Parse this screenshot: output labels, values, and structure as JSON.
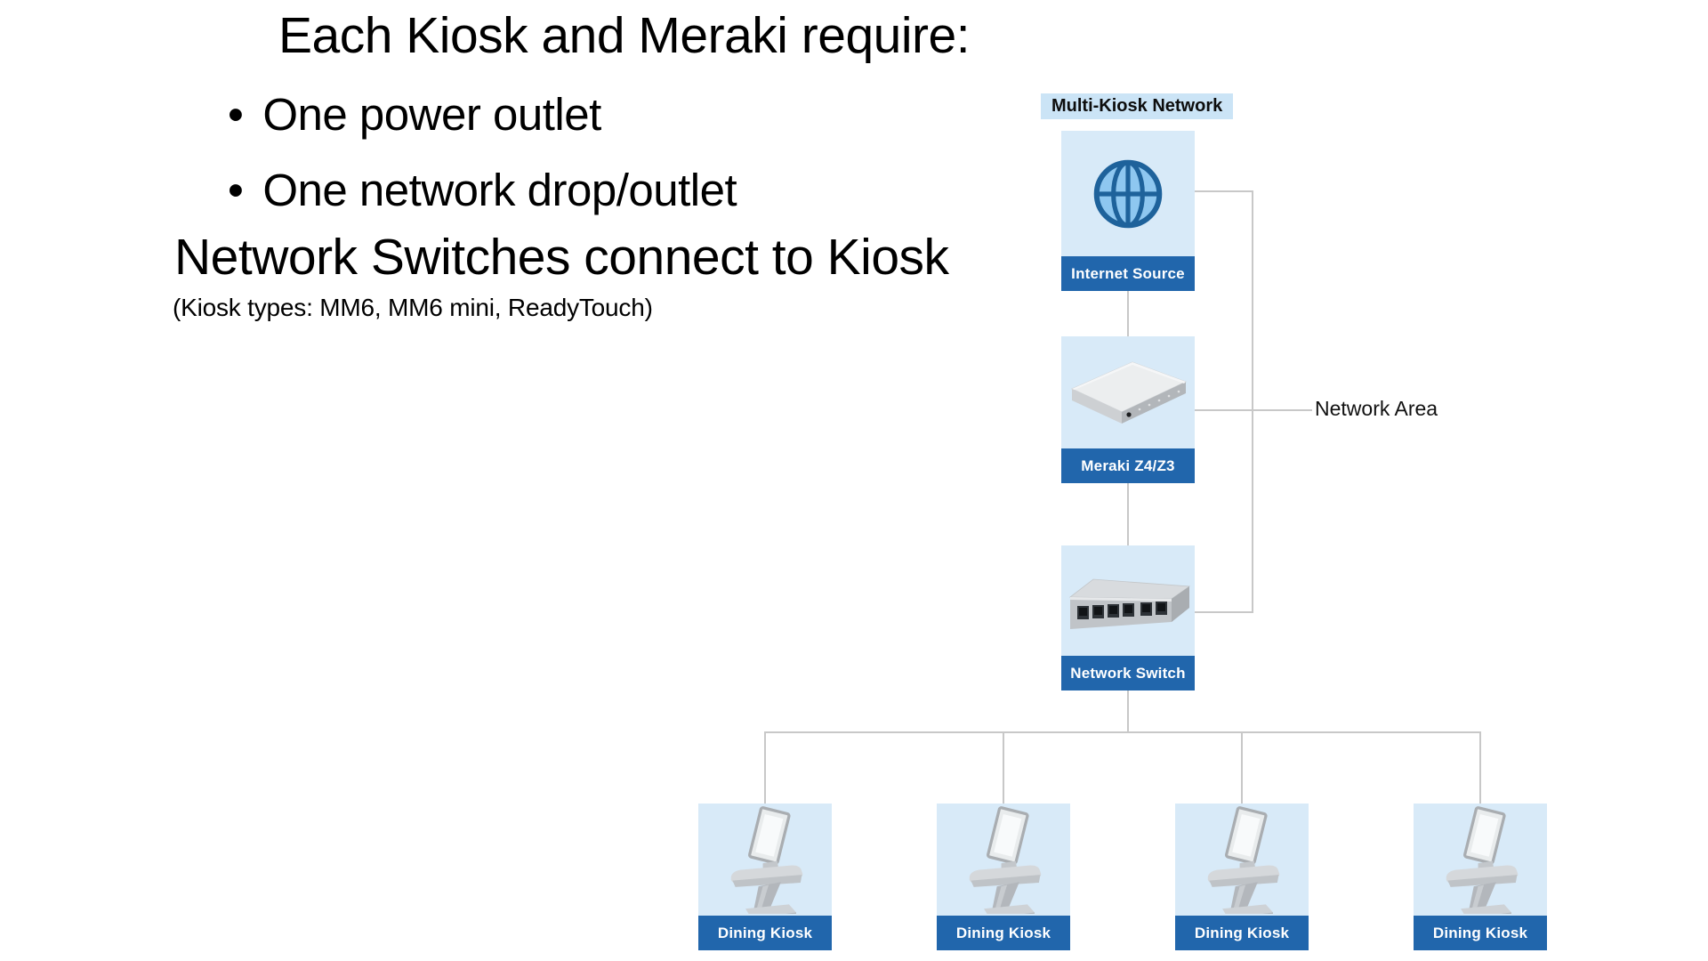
{
  "page": {
    "background": "#ffffff"
  },
  "header": {
    "title": "Each Kiosk and Meraki require:",
    "bullets": [
      "One power outlet",
      "One network drop/outlet"
    ],
    "subtitle": "Network Switches connect to Kiosk",
    "note": "(Kiosk types: MM6, MM6 mini, ReadyTouch)"
  },
  "diagram": {
    "group_label": "Multi-Kiosk Network",
    "area_label": "Network Area",
    "nodes": {
      "internet": {
        "label": "Internet Source",
        "icon": "globe-icon"
      },
      "meraki": {
        "label": "Meraki Z4/Z3",
        "icon": "meraki-router-image"
      },
      "switch": {
        "label": "Network Switch",
        "icon": "network-switch-image"
      },
      "kiosks": [
        {
          "label": "Dining Kiosk",
          "icon": "dining-kiosk-image"
        },
        {
          "label": "Dining Kiosk",
          "icon": "dining-kiosk-image"
        },
        {
          "label": "Dining Kiosk",
          "icon": "dining-kiosk-image"
        },
        {
          "label": "Dining Kiosk",
          "icon": "dining-kiosk-image"
        }
      ]
    },
    "colors": {
      "node_bg": "#d8eaf8",
      "label_bg": "#2166ac",
      "label_text": "#ffffff",
      "group_label_bg": "#cbe4f6",
      "line": "#c8c8c8",
      "globe_fill": "#8ec7f0",
      "globe_stroke": "#1e629b"
    }
  }
}
